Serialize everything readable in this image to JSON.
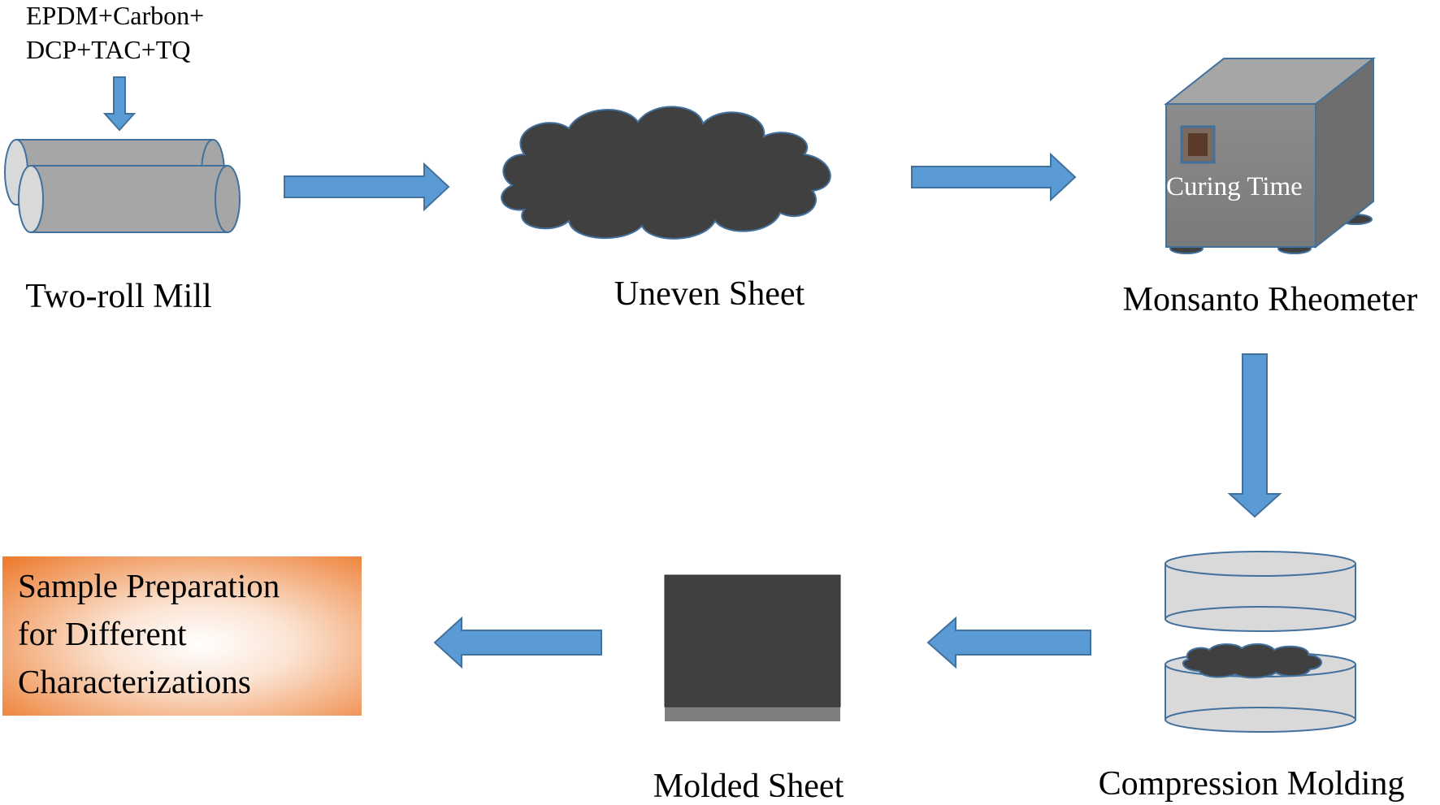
{
  "inputs": {
    "line1": "EPDM+Carbon+",
    "line2": "DCP+TAC+TQ"
  },
  "steps": {
    "two_roll_mill": "Two-roll Mill",
    "uneven_sheet": "Uneven Sheet",
    "monsanto_rheometer": "Monsanto Rheometer",
    "curing_time": "Curing Time",
    "compression_molding": "Compression Molding",
    "molded_sheet": "Molded Sheet"
  },
  "final_box": {
    "line1": "Sample Preparation",
    "line2": "for Different",
    "line3": "Characterizations"
  },
  "colors": {
    "arrow": "#5B9BD5",
    "arrow_stroke": "#41719C",
    "roller": "#A6A6A6",
    "dark_material": "#404040",
    "box_gradient_edge": "#ED7D31"
  }
}
